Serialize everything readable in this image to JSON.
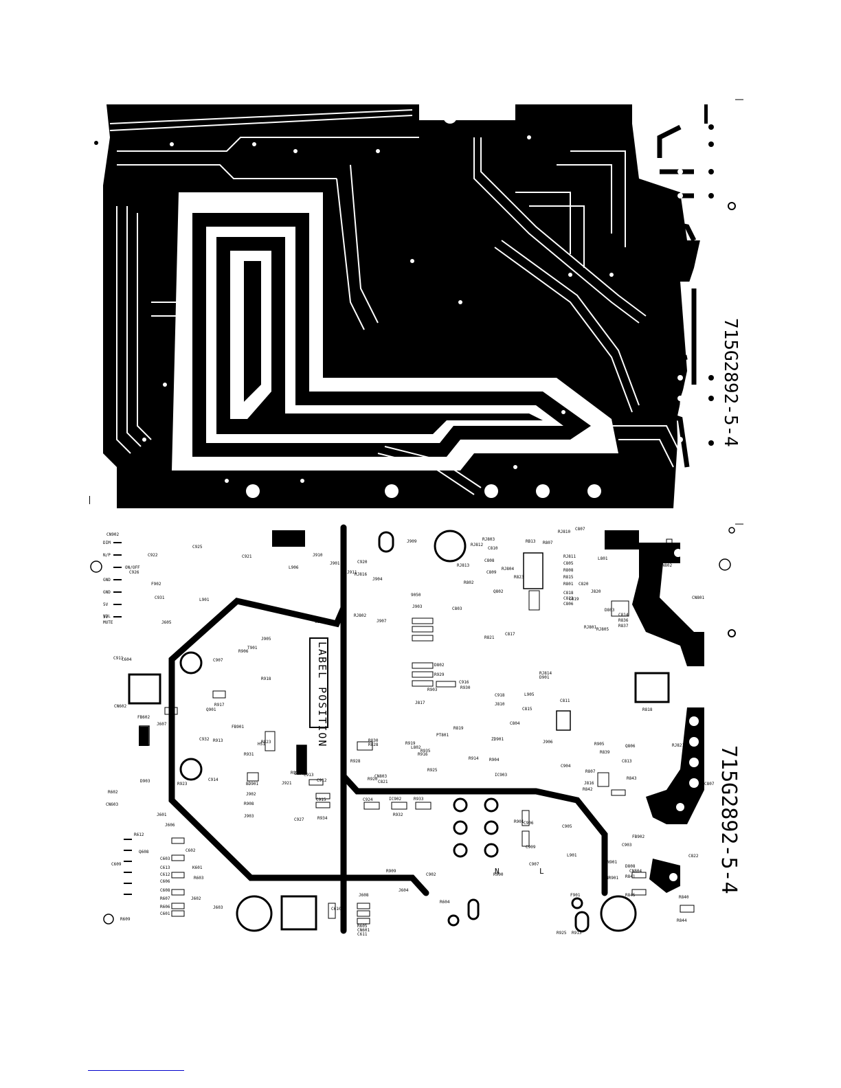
{
  "top_panel": {
    "board_id": "715G2892-5-4",
    "description_icon": "copper-trace-layer"
  },
  "bottom_panel": {
    "board_id": "715G2892-5-4",
    "label_position": "LABEL POSITION",
    "mains_n": "N",
    "mains_l": "L",
    "connector_pins": [
      "DIM",
      "N/P",
      "ON/OFF",
      "GND",
      "GND",
      "5V",
      "5V",
      "VOL",
      "MUTE"
    ],
    "components": [
      "CN902",
      "C922",
      "C925",
      "C921",
      "C926",
      "F902",
      "C931",
      "L906",
      "J910",
      "J901",
      "C920",
      "J911",
      "RJ816",
      "J904",
      "J909",
      "RJ812",
      "C810",
      "RJ803",
      "C809",
      "RB13",
      "R807",
      "RJ810",
      "C807",
      "RJ813",
      "C808",
      "RJ804",
      "R823",
      "RJ811",
      "C805",
      "R808",
      "R815",
      "R801",
      "L801",
      "CN802",
      "C820",
      "C819",
      "CN801",
      "J605",
      "L901",
      "9050",
      "C803",
      "R802",
      "Q802",
      "C818",
      "C812",
      "C806",
      "J820",
      "RJ805",
      "C814",
      "R836",
      "R837",
      "RJ801",
      "D803",
      "C900",
      "J907",
      "RJ802",
      "J903",
      "C817",
      "R821",
      "D802",
      "R929",
      "R903",
      "R930",
      "C916",
      "C918",
      "J810",
      "J817",
      "D901",
      "L905",
      "RJ814",
      "C811",
      "C815",
      "C804",
      "R818",
      "R819",
      "PT801",
      "ZD901",
      "J906",
      "R905",
      "Q806",
      "RJ821",
      "R830",
      "R828",
      "R919",
      "R916",
      "R935",
      "R925",
      "IC903",
      "R914",
      "R904",
      "C904",
      "R807",
      "J816",
      "R842",
      "R839",
      "R843",
      "C813",
      "D806",
      "C807",
      "CN803",
      "C821",
      "R920",
      "R928",
      "C924",
      "IC902",
      "R933",
      "R932",
      "R931",
      "BD901",
      "J902",
      "R908",
      "J903",
      "R924",
      "J921",
      "IC901",
      "C913",
      "C912",
      "C915",
      "C927",
      "R934",
      "R923",
      "C914",
      "HS1",
      "FB901",
      "R913",
      "Q901",
      "C932",
      "R917",
      "C907",
      "R918",
      "J905",
      "T901",
      "R906",
      "D903",
      "C911",
      "C604",
      "CN602",
      "FB602",
      "J607",
      "R602",
      "CN603",
      "J601",
      "J606",
      "R612",
      "Q608",
      "C602",
      "C603",
      "C613",
      "C612",
      "C606",
      "C608",
      "R607",
      "R606",
      "C601",
      "C609",
      "R609",
      "J602",
      "K601",
      "R603",
      "J603",
      "J608",
      "J604",
      "R605",
      "CN601",
      "C611",
      "C610",
      "R604",
      "R909",
      "C902",
      "C907",
      "C909",
      "C906",
      "R901",
      "R900",
      "C905",
      "L901",
      "CN901",
      "NR901",
      "F901",
      "FB902",
      "C903",
      "C822",
      "D808",
      "CN804",
      "R841",
      "R845",
      "R840",
      "R844",
      "L802",
      "R823",
      "R925",
      "R913"
    ]
  },
  "colors": {
    "copper": "#000000",
    "board": "#ffffff",
    "footer_rule": "#0000cc"
  }
}
